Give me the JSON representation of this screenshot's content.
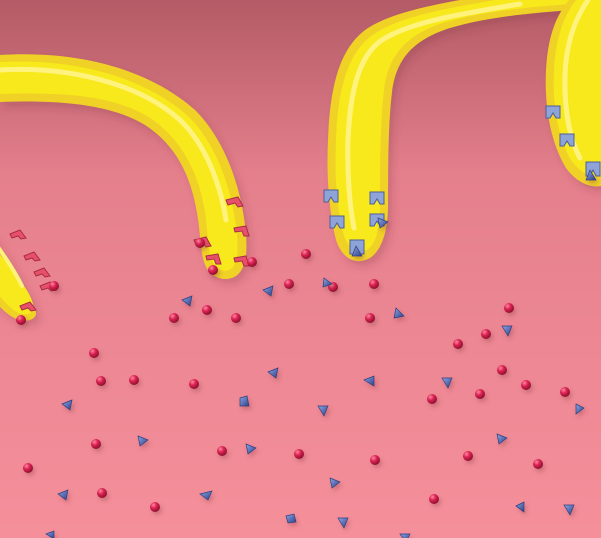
{
  "scene": {
    "background": {
      "top": "#b8606a",
      "mid": "#e07e8a",
      "bottom": "#f28e98"
    },
    "colors": {
      "tube_fill": "#f5e800",
      "tube_shadow": "#b89a00",
      "tube_outline": "#f0d23c",
      "red_receptor": "#e8506a",
      "blue_receptor": "#7f97cf",
      "red_molecule": "#d81e4e",
      "blue_molecule": "#4d67b2"
    },
    "icons": {
      "tube": "yellow-tube",
      "red_receptor": "red-receptor-icon",
      "blue_receptor": "blue-receptor-icon",
      "red_molecule": "red-sphere-molecule",
      "blue_molecule": "blue-pyramid-molecule"
    }
  }
}
